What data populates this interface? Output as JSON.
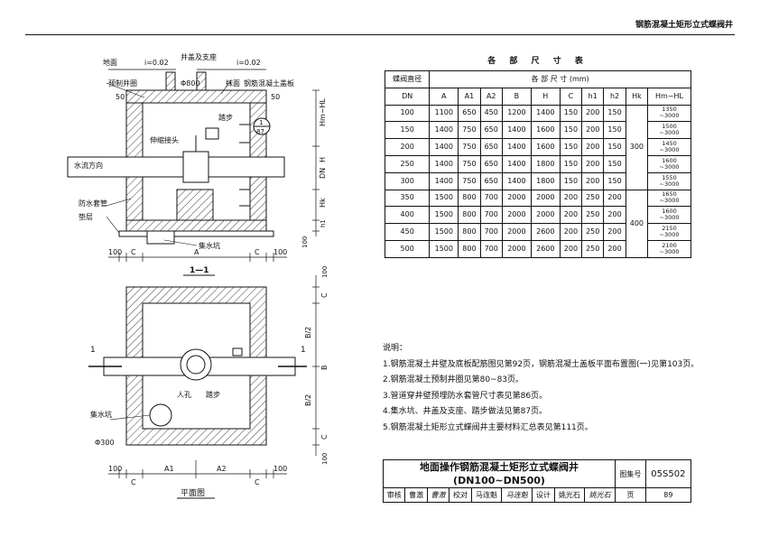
{
  "header": {
    "title": "钢筋混凝土矩形立式蝶阀井"
  },
  "section_view": {
    "labels": {
      "ground": "地面",
      "slope_left": "i=0.02",
      "cover": "井盖及支座",
      "slope_right": "i=0.02",
      "precast_ring": "预制井圈",
      "manhole_dia": "Φ800",
      "masonry": "抹面",
      "slab": "钢筋混凝土盖板",
      "dim_50_left": "50",
      "dim_50_right": "50",
      "ref_num": "1",
      "ref_page": "87",
      "steps": "踏步",
      "expansion": "伸缩接头",
      "flow_dir": "水流方向",
      "sleeve": "防水套管",
      "cushion": "垫层",
      "sump": "集水坑",
      "dim_hm": "Hm~HL",
      "dim_h": "H",
      "dim_dn": "DN",
      "dim_hk": "Hk",
      "dim_h1": "h1",
      "dim_100": "100"
    },
    "bottom_dims": {
      "left": "100",
      "c_left": "C",
      "a": "A",
      "c_right": "C",
      "right": "100"
    }
  },
  "plan_view": {
    "title": "1—1",
    "caption": "平面图",
    "cut_left": "1",
    "cut_right": "1",
    "manhole": "人孔",
    "steps": "踏步",
    "sump": "集水坑",
    "sump_dia": "Φ300",
    "right_dims": {
      "top": "100",
      "c_top": "C",
      "b_half_top": "B/2",
      "b": "B",
      "b_half_bottom": "B/2",
      "c_bottom": "C",
      "bottom": "100"
    },
    "bottom_dims": {
      "left": "100",
      "c_left": "C",
      "a1": "A1",
      "a2": "A2",
      "c_right": "C",
      "right": "100"
    }
  },
  "table": {
    "title": "各 部 尺 寸 表",
    "col_valve": "蝶阀直径",
    "col_dn": "DN",
    "col_group": "各 部 尺 寸 (mm)",
    "columns": [
      "A",
      "A1",
      "A2",
      "B",
      "H",
      "C",
      "h1",
      "h2",
      "Hk",
      "Hm~HL"
    ],
    "rows": [
      {
        "dn": "100",
        "v": [
          "1100",
          "650",
          "450",
          "1200",
          "1400",
          "150",
          "200",
          "150"
        ],
        "hml": "1350\n~3000"
      },
      {
        "dn": "150",
        "v": [
          "1400",
          "750",
          "650",
          "1400",
          "1600",
          "150",
          "200",
          "150"
        ],
        "hml": "1500\n~3000"
      },
      {
        "dn": "200",
        "v": [
          "1400",
          "750",
          "650",
          "1400",
          "1600",
          "150",
          "200",
          "150"
        ],
        "hml": "1450\n~3000"
      },
      {
        "dn": "250",
        "v": [
          "1400",
          "750",
          "650",
          "1400",
          "1800",
          "150",
          "200",
          "150"
        ],
        "hml": "1600\n~3000"
      },
      {
        "dn": "300",
        "v": [
          "1400",
          "750",
          "650",
          "1400",
          "1800",
          "150",
          "200",
          "150"
        ],
        "hml": "1550\n~3000"
      },
      {
        "dn": "350",
        "v": [
          "1500",
          "800",
          "700",
          "2000",
          "2000",
          "200",
          "250",
          "200"
        ],
        "hml": "1650\n~3000"
      },
      {
        "dn": "400",
        "v": [
          "1500",
          "800",
          "700",
          "2000",
          "2000",
          "200",
          "250",
          "200"
        ],
        "hml": "1600\n~3000"
      },
      {
        "dn": "450",
        "v": [
          "1500",
          "800",
          "700",
          "2000",
          "2600",
          "200",
          "250",
          "200"
        ],
        "hml": "2150\n~3000"
      },
      {
        "dn": "500",
        "v": [
          "1500",
          "800",
          "700",
          "2000",
          "2600",
          "200",
          "250",
          "200"
        ],
        "hml": "2100\n~3000"
      }
    ],
    "hk_group1": "300",
    "hk_group2": "400"
  },
  "notes": {
    "heading": "说明：",
    "items": [
      "1.钢筋混凝土井壁及底板配筋图见第92页，钢筋混凝土盖板平面布置图(一)见第103页。",
      "2.钢筋混凝土预制井圈见第80~83页。",
      "3.管道穿井壁预埋防水套管尺寸表见第86页。",
      "4.集水坑、井盖及支座、踏步做法见第87页。",
      "5.钢筋混凝土矩形立式蝶阀井主要材料汇总表见第111页。"
    ]
  },
  "title_block": {
    "title": "地面操作钢筋混凝土矩形立式蝶阀井",
    "subtitle": "(DN100~DN500)",
    "atlas_label": "图集号",
    "atlas_no": "05S502",
    "review_label": "审核",
    "review_name": "曹澈",
    "review_sig": "曹澈",
    "check_label": "校对",
    "check_name": "马连魁",
    "check_sig": "马连魁",
    "design_label": "设计",
    "design_name": "姚光石",
    "design_sig": "姚光石",
    "page_label": "页",
    "page_no": "89"
  }
}
